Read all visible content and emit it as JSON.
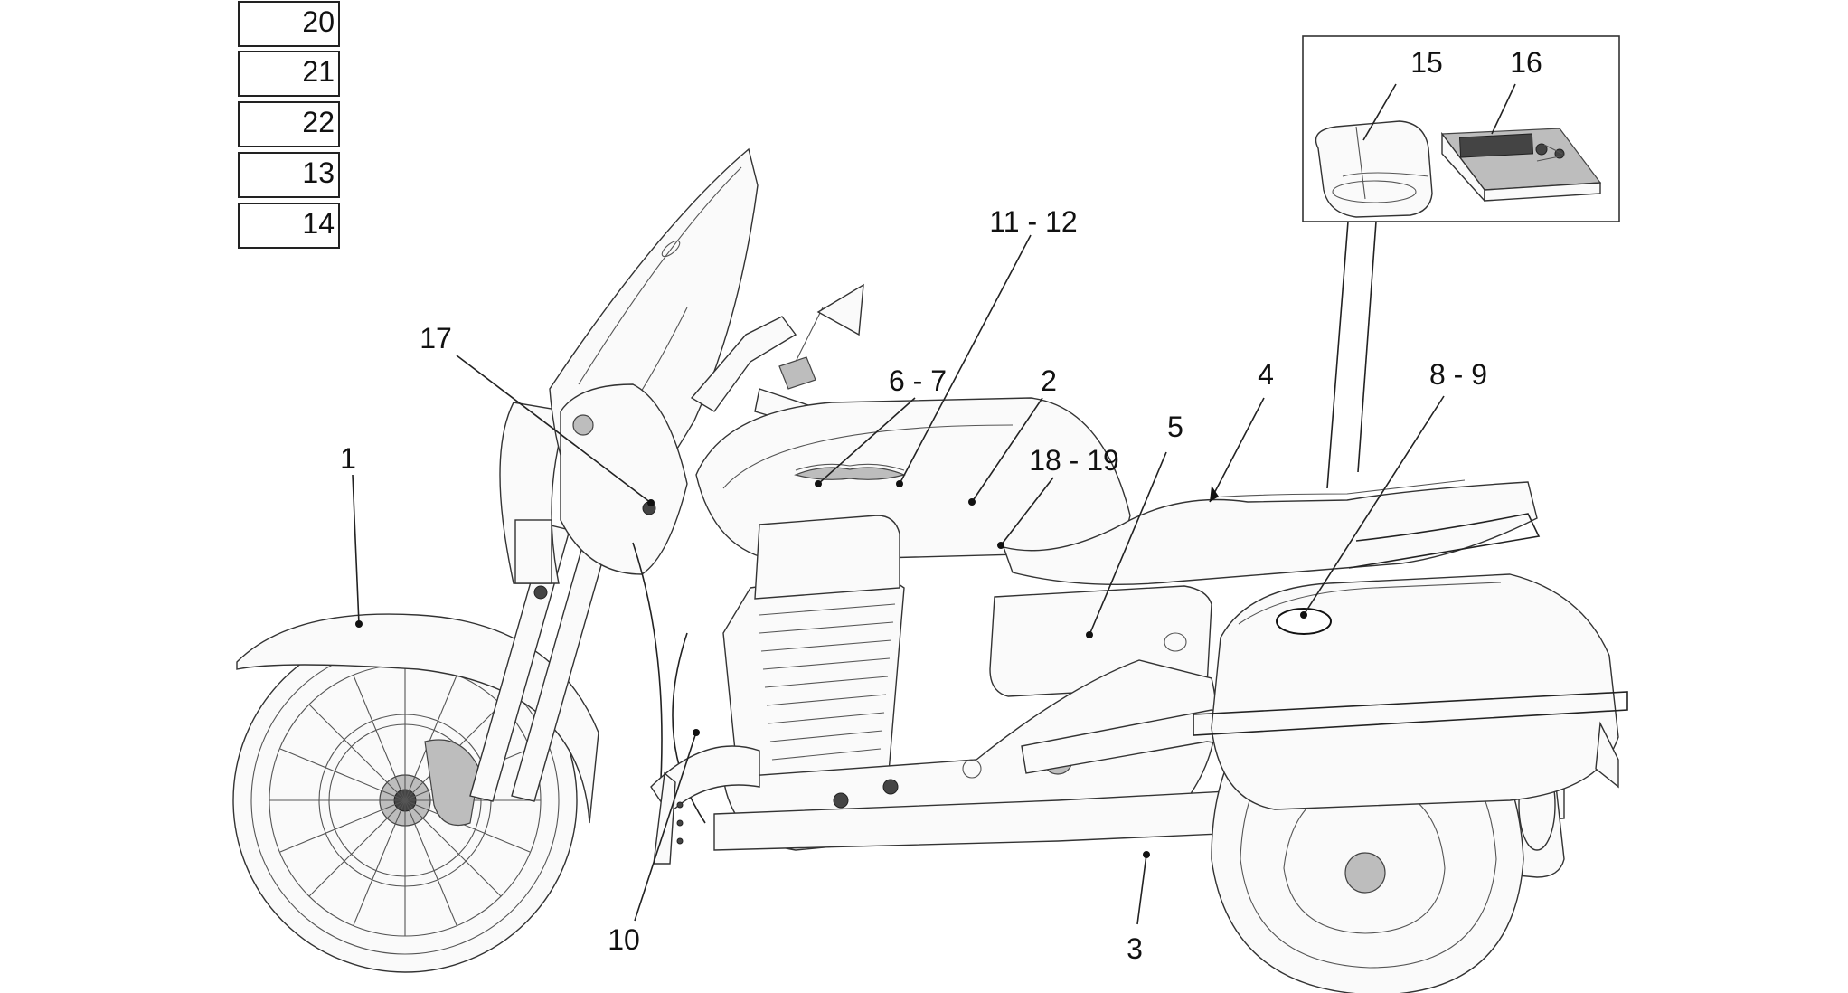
{
  "legend_boxes": [
    "20",
    "21",
    "22",
    "13",
    "14"
  ],
  "callouts": {
    "c1": "1",
    "c2": "2",
    "c3": "3",
    "c4": "4",
    "c5": "5",
    "c6_7": "6 - 7",
    "c8_9": "8 - 9",
    "c10": "10",
    "c11_12": "11 - 12",
    "c15": "15",
    "c16": "16",
    "c17": "17",
    "c18_19": "18 - 19"
  },
  "colors": {
    "line": "#222222",
    "background": "#ffffff"
  }
}
